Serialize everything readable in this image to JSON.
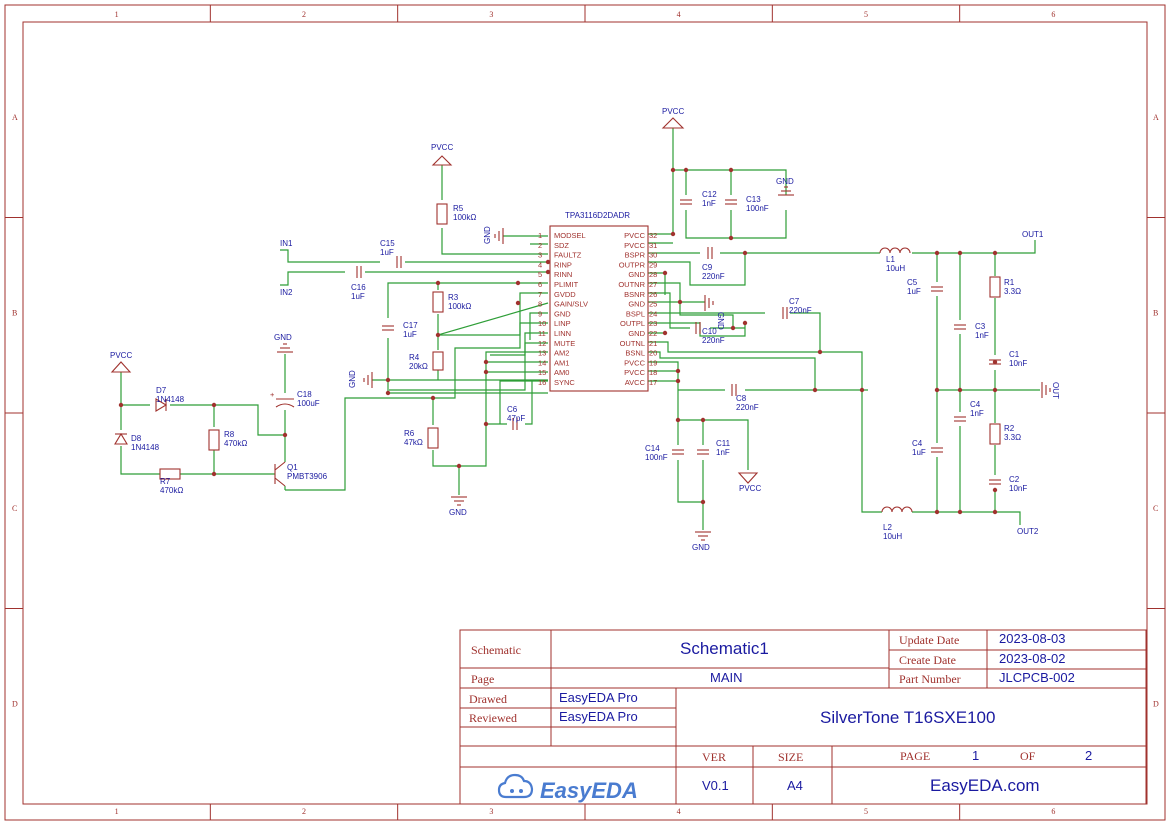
{
  "rulers": {
    "columns": [
      "1",
      "2",
      "3",
      "4",
      "5",
      "6"
    ],
    "rows": [
      "A",
      "B",
      "C",
      "D"
    ]
  },
  "ic": {
    "name": "TPA3116D2DADR",
    "left_pins": [
      {
        "num": "1",
        "name": "MODSEL"
      },
      {
        "num": "2",
        "name": "SDZ"
      },
      {
        "num": "3",
        "name": "FAULTZ"
      },
      {
        "num": "4",
        "name": "RINP"
      },
      {
        "num": "5",
        "name": "RINN"
      },
      {
        "num": "6",
        "name": "PLIMIT"
      },
      {
        "num": "7",
        "name": "GVDD"
      },
      {
        "num": "8",
        "name": "GAIN/SLV"
      },
      {
        "num": "9",
        "name": "GND"
      },
      {
        "num": "10",
        "name": "LINP"
      },
      {
        "num": "11",
        "name": "LINN"
      },
      {
        "num": "12",
        "name": "MUTE"
      },
      {
        "num": "13",
        "name": "AM2"
      },
      {
        "num": "14",
        "name": "AM1"
      },
      {
        "num": "15",
        "name": "AM0"
      },
      {
        "num": "16",
        "name": "SYNC"
      }
    ],
    "right_pins": [
      {
        "num": "32",
        "name": "PVCC"
      },
      {
        "num": "31",
        "name": "PVCC"
      },
      {
        "num": "30",
        "name": "BSPR"
      },
      {
        "num": "29",
        "name": "OUTPR"
      },
      {
        "num": "28",
        "name": "GND"
      },
      {
        "num": "27",
        "name": "OUTNR"
      },
      {
        "num": "26",
        "name": "BSNR"
      },
      {
        "num": "25",
        "name": "GND"
      },
      {
        "num": "24",
        "name": "BSPL"
      },
      {
        "num": "23",
        "name": "OUTPL"
      },
      {
        "num": "22",
        "name": "GND"
      },
      {
        "num": "21",
        "name": "OUTNL"
      },
      {
        "num": "20",
        "name": "BSNL"
      },
      {
        "num": "19",
        "name": "PVCC"
      },
      {
        "num": "18",
        "name": "PVCC"
      },
      {
        "num": "17",
        "name": "AVCC"
      }
    ]
  },
  "components": [
    {
      "ref": "R5",
      "value": "100kΩ"
    },
    {
      "ref": "R3",
      "value": "100kΩ"
    },
    {
      "ref": "R4",
      "value": "20kΩ"
    },
    {
      "ref": "R6",
      "value": "47kΩ"
    },
    {
      "ref": "R8",
      "value": "470kΩ"
    },
    {
      "ref": "R7",
      "value": "470kΩ"
    },
    {
      "ref": "R1",
      "value": "3.3Ω"
    },
    {
      "ref": "R2",
      "value": "3.3Ω"
    },
    {
      "ref": "C15",
      "value": "1uF"
    },
    {
      "ref": "C16",
      "value": "1uF"
    },
    {
      "ref": "C17",
      "value": "1uF"
    },
    {
      "ref": "C18",
      "value": "100uF"
    },
    {
      "ref": "C6",
      "value": "47pF"
    },
    {
      "ref": "C12",
      "value": "1nF"
    },
    {
      "ref": "C13",
      "value": "100nF"
    },
    {
      "ref": "C9",
      "value": "220nF"
    },
    {
      "ref": "C7",
      "value": "220nF"
    },
    {
      "ref": "C10",
      "value": "220nF"
    },
    {
      "ref": "C8",
      "value": "220nF"
    },
    {
      "ref": "C14",
      "value": "100nF"
    },
    {
      "ref": "C11",
      "value": "1nF"
    },
    {
      "ref": "C5",
      "value": "1uF"
    },
    {
      "ref": "C3",
      "value": "1nF"
    },
    {
      "ref": "C1",
      "value": "10nF"
    },
    {
      "ref": "C4",
      "value": "1nF"
    },
    {
      "ref": "C4",
      "value": "1uF"
    },
    {
      "ref": "C2",
      "value": "10nF"
    },
    {
      "ref": "L1",
      "value": "10uH"
    },
    {
      "ref": "L2",
      "value": "10uH"
    },
    {
      "ref": "D7",
      "value": "1N4148"
    },
    {
      "ref": "D8",
      "value": "1N4148"
    },
    {
      "ref": "Q1",
      "value": "PMBT3906"
    }
  ],
  "nets": {
    "pvcc": "PVCC",
    "gnd": "GND",
    "in1": "IN1",
    "in2": "IN2",
    "out1": "OUT1",
    "out2": "OUT2",
    "out_ground": "OUT"
  },
  "title_block": {
    "schematic_label": "Schematic",
    "schematic_value": "Schematic1",
    "page_label": "Page",
    "page_value": "MAIN",
    "update_label": "Update Date",
    "update_value": "2023-08-03",
    "create_label": "Create Date",
    "create_value": "2023-08-02",
    "part_label": "Part Number",
    "part_value": "JLCPCB-002",
    "drawed_label": "Drawed",
    "drawed_value": "EasyEDA Pro",
    "reviewed_label": "Reviewed",
    "reviewed_value": "EasyEDA Pro",
    "project": "SilverTone T16SXE100",
    "ver_label": "VER",
    "ver_value": "V0.1",
    "size_label": "SIZE",
    "size_value": "A4",
    "page_num_label": "PAGE",
    "page_num": "1",
    "of_label": "OF",
    "page_total": "2",
    "brand": "EasyEDA",
    "site": "EasyEDA.com"
  },
  "colors": {
    "frame": "#a0322e",
    "wire": "#2e9e37",
    "text": "#1a1aa0"
  }
}
